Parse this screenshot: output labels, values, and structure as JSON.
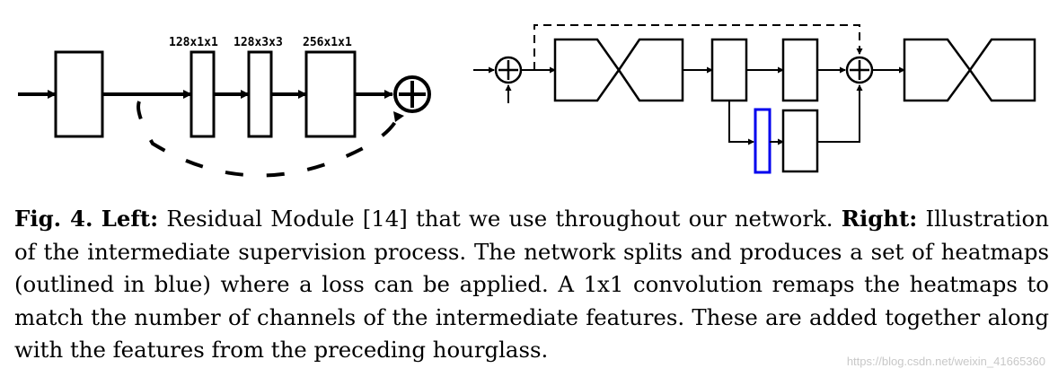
{
  "left_module": {
    "conv_labels": [
      "128x1x1",
      "128x3x3",
      "256x1x1"
    ]
  },
  "caption": {
    "fig_label": "Fig. 4.",
    "left_label": "Left:",
    "left_text": "Residual Module [14] that we use throughout our network.",
    "right_label": "Right:",
    "right_text": "Illustration of the intermediate supervision process. The network splits and produces a set of heatmaps (outlined in blue) where a loss can be applied. A 1x1 convolution remaps the heatmaps to match the number of channels of the intermediate features. These are added together along with the features from the preceding hourglass."
  },
  "watermark": "https://blog.csdn.net/weixin_41665360",
  "colors": {
    "stroke": "#000000",
    "heatmap_outline": "#0000ee"
  }
}
